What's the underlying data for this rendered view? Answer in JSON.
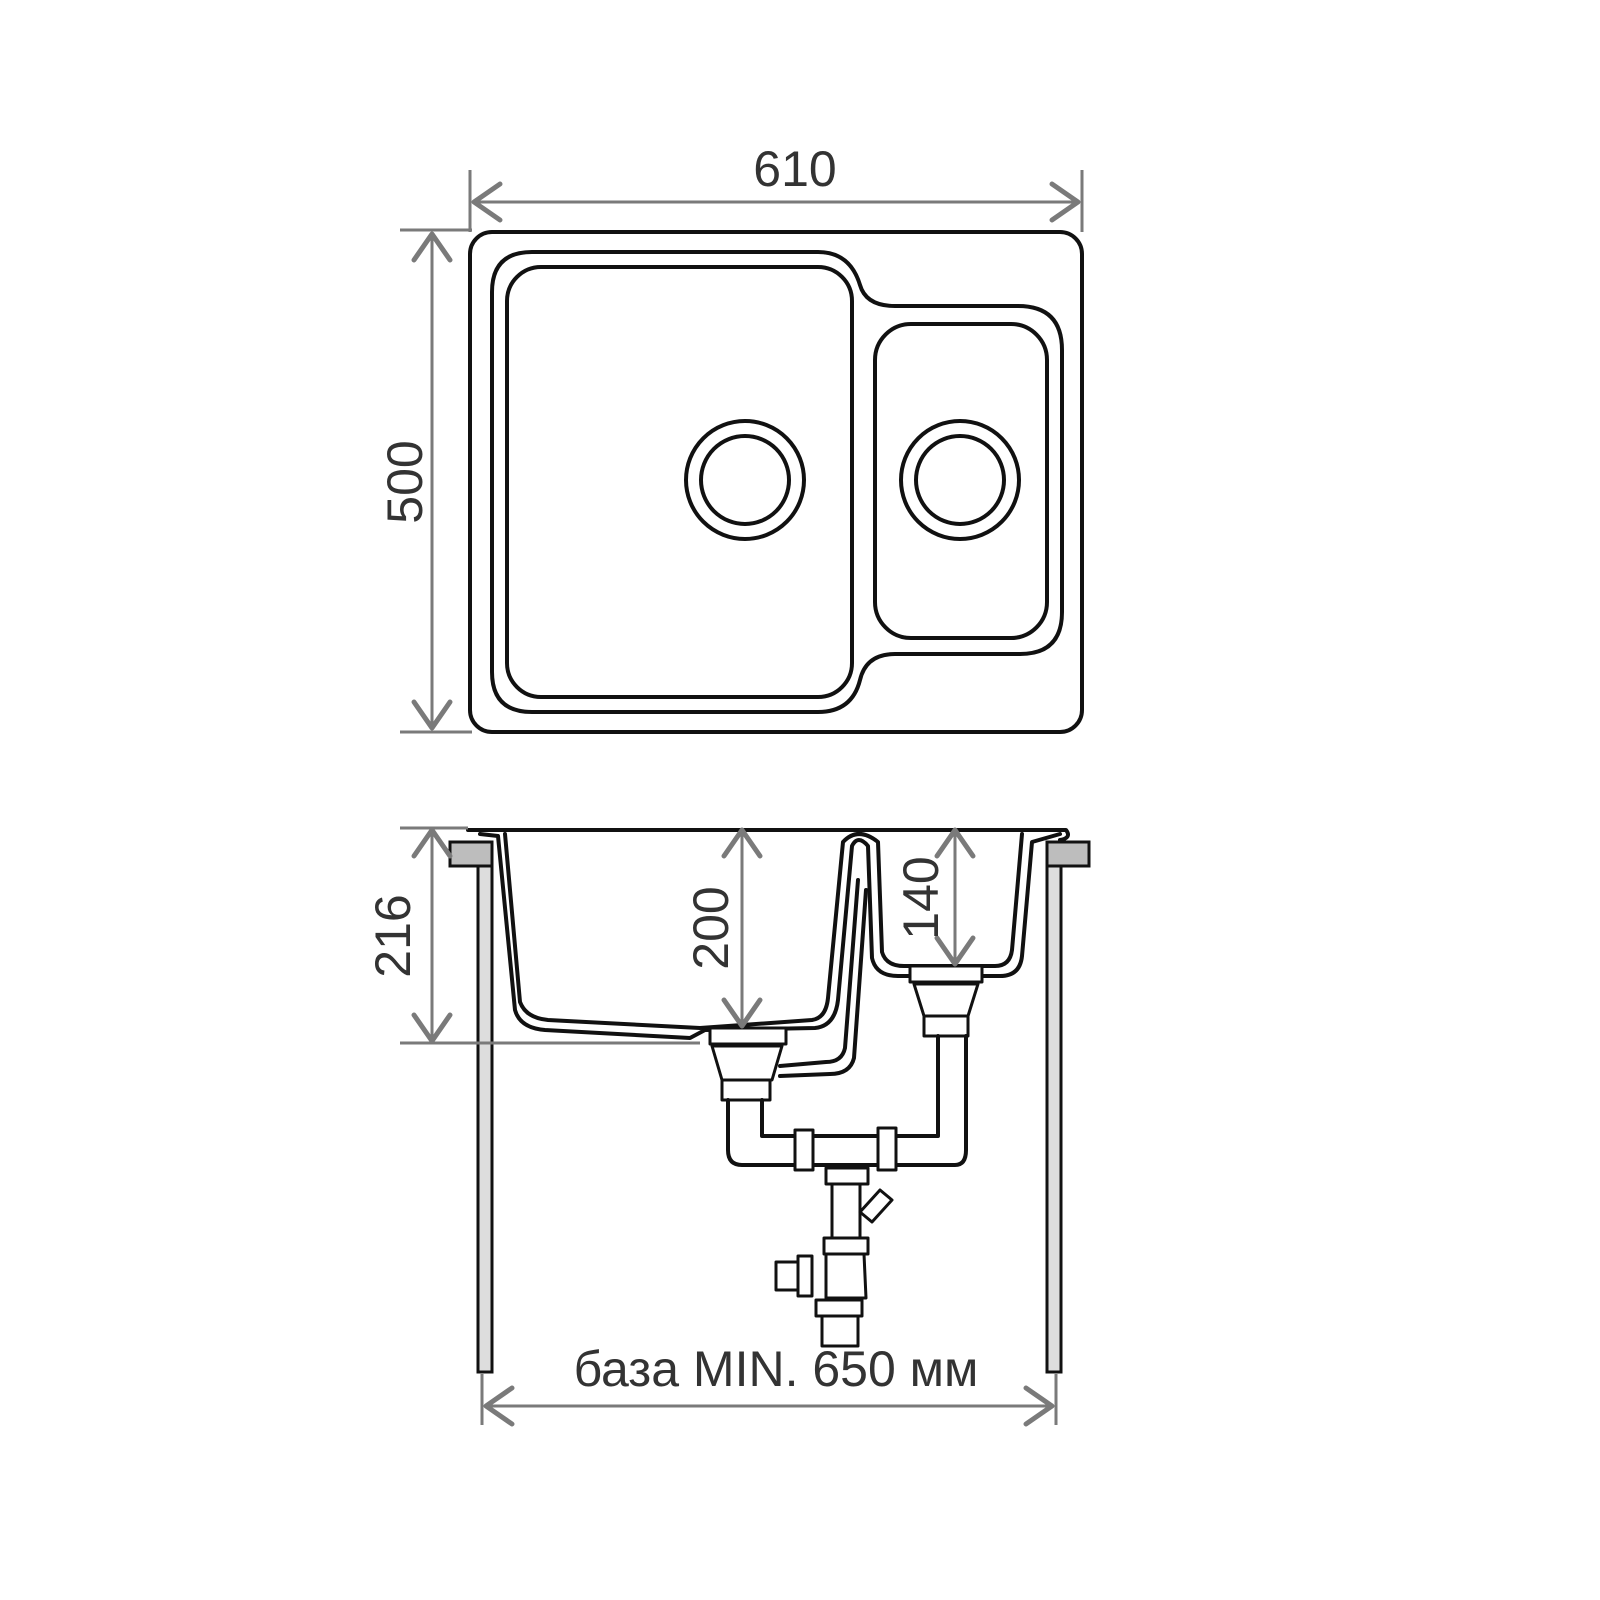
{
  "top_view": {
    "width_label": "610",
    "depth_label": "500"
  },
  "side_view": {
    "height_label": "216",
    "large_bowl_depth_label": "200",
    "small_bowl_depth_label": "140",
    "base_label": "база MIN. 650 мм"
  },
  "colors": {
    "line": "#111111",
    "dimension": "#7a7a7a",
    "support": "#bdbdbd"
  }
}
